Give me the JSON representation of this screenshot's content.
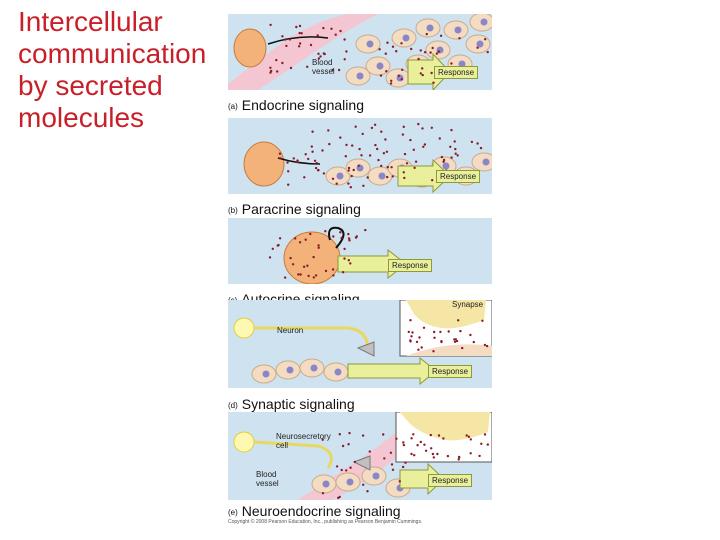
{
  "title": [
    "Intercellular",
    "communication",
    "by secreted",
    "molecules"
  ],
  "panels": [
    {
      "letter": "(a)",
      "name": "Endocrine signaling",
      "response": "Response",
      "label": [
        "Blood",
        "vessel"
      ]
    },
    {
      "letter": "(b)",
      "name": "Paracrine signaling",
      "response": "Response"
    },
    {
      "letter": "(c)",
      "name": "Autocrine signaling",
      "response": "Response"
    },
    {
      "letter": "(d)",
      "name": "Synaptic signaling",
      "response": "Response",
      "labels": {
        "synapse": "Synapse",
        "neuron": "Neuron"
      }
    },
    {
      "letter": "(e)",
      "name": "Neuroendocrine signaling",
      "response": "Response",
      "labels": {
        "cell": [
          "Neurosecretory",
          "cell"
        ],
        "vessel": [
          "Blood",
          "vessel"
        ]
      }
    }
  ],
  "copyright": "Copyright © 2008 Pearson Education, Inc., publishing as Pearson Benjamin Cummings.",
  "colors": {
    "title": "#c8202a",
    "panel_bg": "#cfe2ef",
    "cell": "#f3dcc2",
    "nucleus": "#8a86c8",
    "secreting_cell": "#f3b27a",
    "molecule": "#8b1a2a",
    "vessel": "#f4c6d2",
    "response_arrow": "#e9ef9a"
  }
}
